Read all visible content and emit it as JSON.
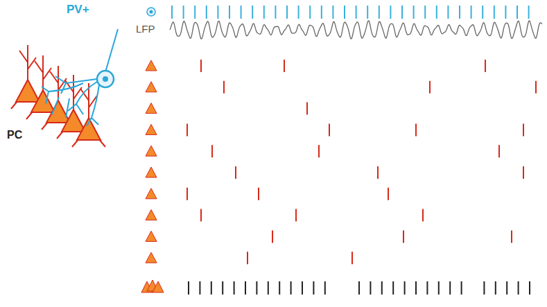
{
  "diagram": {
    "labels": [
      "PV+",
      "LFP",
      "PC"
    ]
  }
}
